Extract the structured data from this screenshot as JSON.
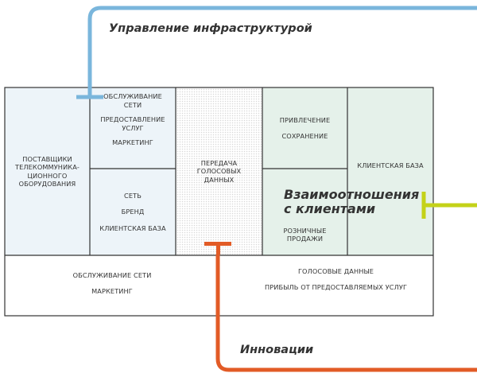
{
  "diagram": {
    "captions": {
      "infrastructure": "Управление инфраструктурой",
      "relations": "Взаимоотношения с клиентами",
      "innovation": "Инновации"
    },
    "cells": {
      "suppliers": [
        "ПОСТАВЩИКИ",
        "ТЕЛЕКОММУНИКА-",
        "ЦИОННОГО",
        "ОБОРУДОВАНИЯ"
      ],
      "upper_mid": [
        "ОБСЛУЖИВАНИЕ",
        "СЕТИ",
        "",
        "ПРЕДОСТАВЛЕНИЕ",
        "УСЛУГ",
        "",
        "МАРКЕТИНГ"
      ],
      "lower_mid": [
        "СЕТЬ",
        "",
        "БРЕНД",
        "",
        "КЛИЕНТСКАЯ БАЗА"
      ],
      "voice": [
        "ПЕРЕДАЧА",
        "ГОЛОСОВЫХ",
        "ДАННЫХ"
      ],
      "attract": [
        "ПРИВЛЕЧЕНИЕ",
        "",
        "СОХРАНЕНИЕ"
      ],
      "retail": [
        "РОЗНИЧНЫЕ",
        "ПРОДАЖИ"
      ],
      "client_base": [
        "КЛИЕНТСКАЯ БАЗА"
      ],
      "bottom_left": [
        "ОБСЛУЖИВАНИЕ СЕТИ",
        "",
        "МАРКЕТИНГ"
      ],
      "bottom_right": [
        "ГОЛОСОВЫЕ ДАННЫЕ",
        "",
        "ПРИБЫЛЬ ОТ ПРЕДОСТАВЛЯЕМЫХ УСЛУГ"
      ]
    },
    "colors": {
      "infrastructure": "#7ab6dc",
      "relations": "#c4d219",
      "innovation": "#e25b26",
      "blue_fill": "#edf4f9",
      "green_fill": "#e5f1ea",
      "border": "#333333"
    }
  }
}
